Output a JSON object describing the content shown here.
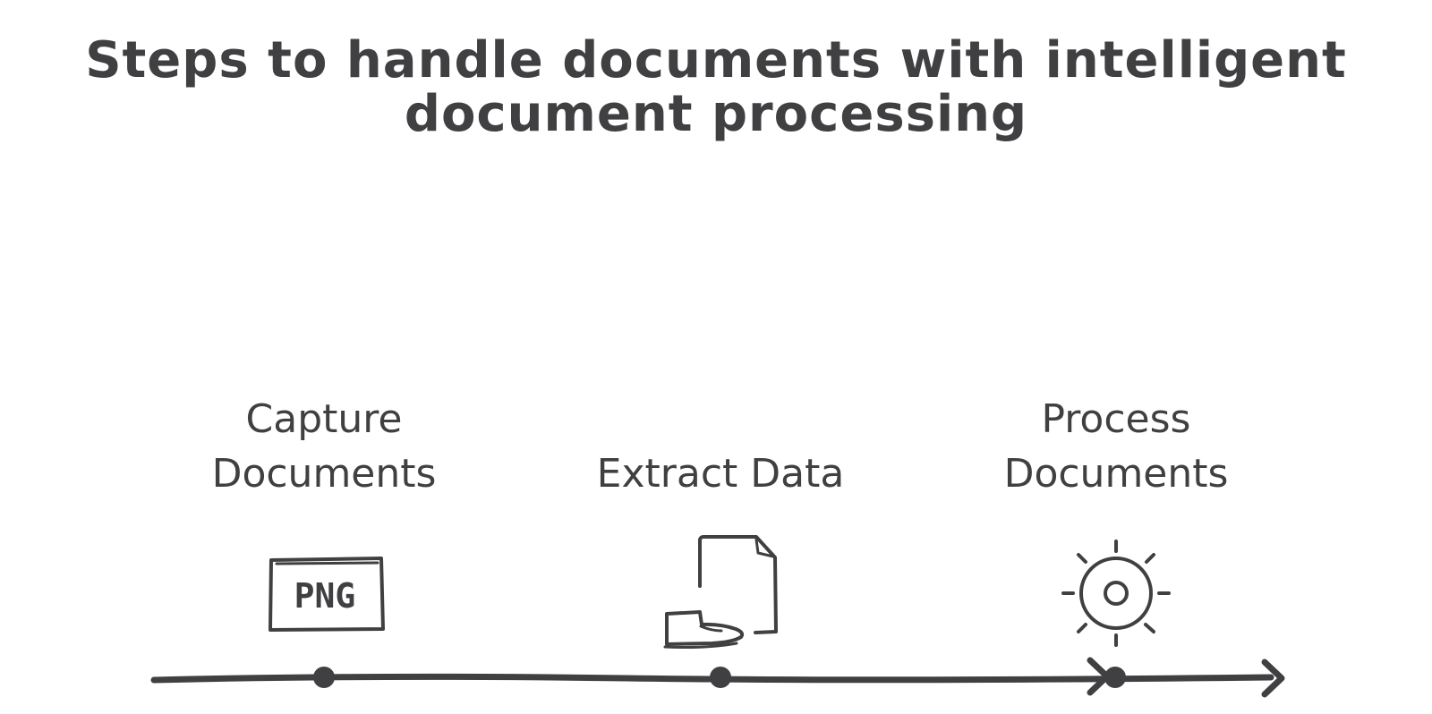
{
  "title": {
    "line1": "Steps to handle documents with intelligent",
    "line2": "document processing"
  },
  "steps": [
    {
      "line1": "Capture",
      "line2": "Documents",
      "icon": "png-file-icon",
      "icon_text": "PNG"
    },
    {
      "line1": "",
      "line2": "Extract Data",
      "icon": "document-hand-icon"
    },
    {
      "line1": "Process",
      "line2": "Documents",
      "icon": "gear-icon"
    }
  ],
  "colors": {
    "ink": "#404042",
    "background": "#ffffff"
  }
}
